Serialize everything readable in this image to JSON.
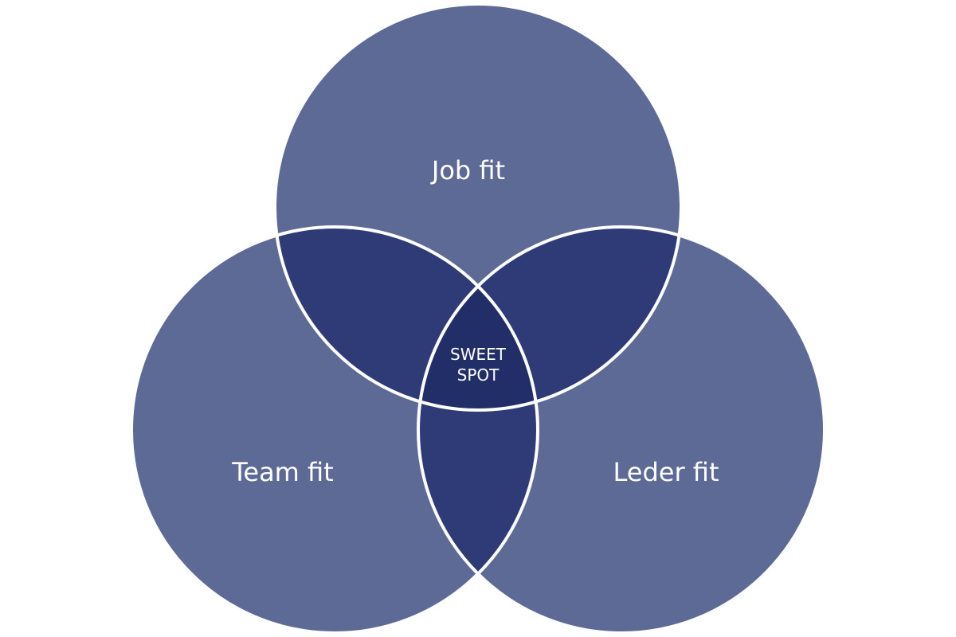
{
  "diagram": {
    "type": "venn",
    "sets": [
      {
        "label": "Job fit"
      },
      {
        "label": "Team fit"
      },
      {
        "label": "Leder fit"
      }
    ],
    "center_label_line1": "SWEET",
    "center_label_line2": "SPOT",
    "colors": {
      "circle": "#5e6a96",
      "pair_overlap": "#2f3b77",
      "center": "#222e68",
      "stroke": "#ffffff"
    }
  }
}
